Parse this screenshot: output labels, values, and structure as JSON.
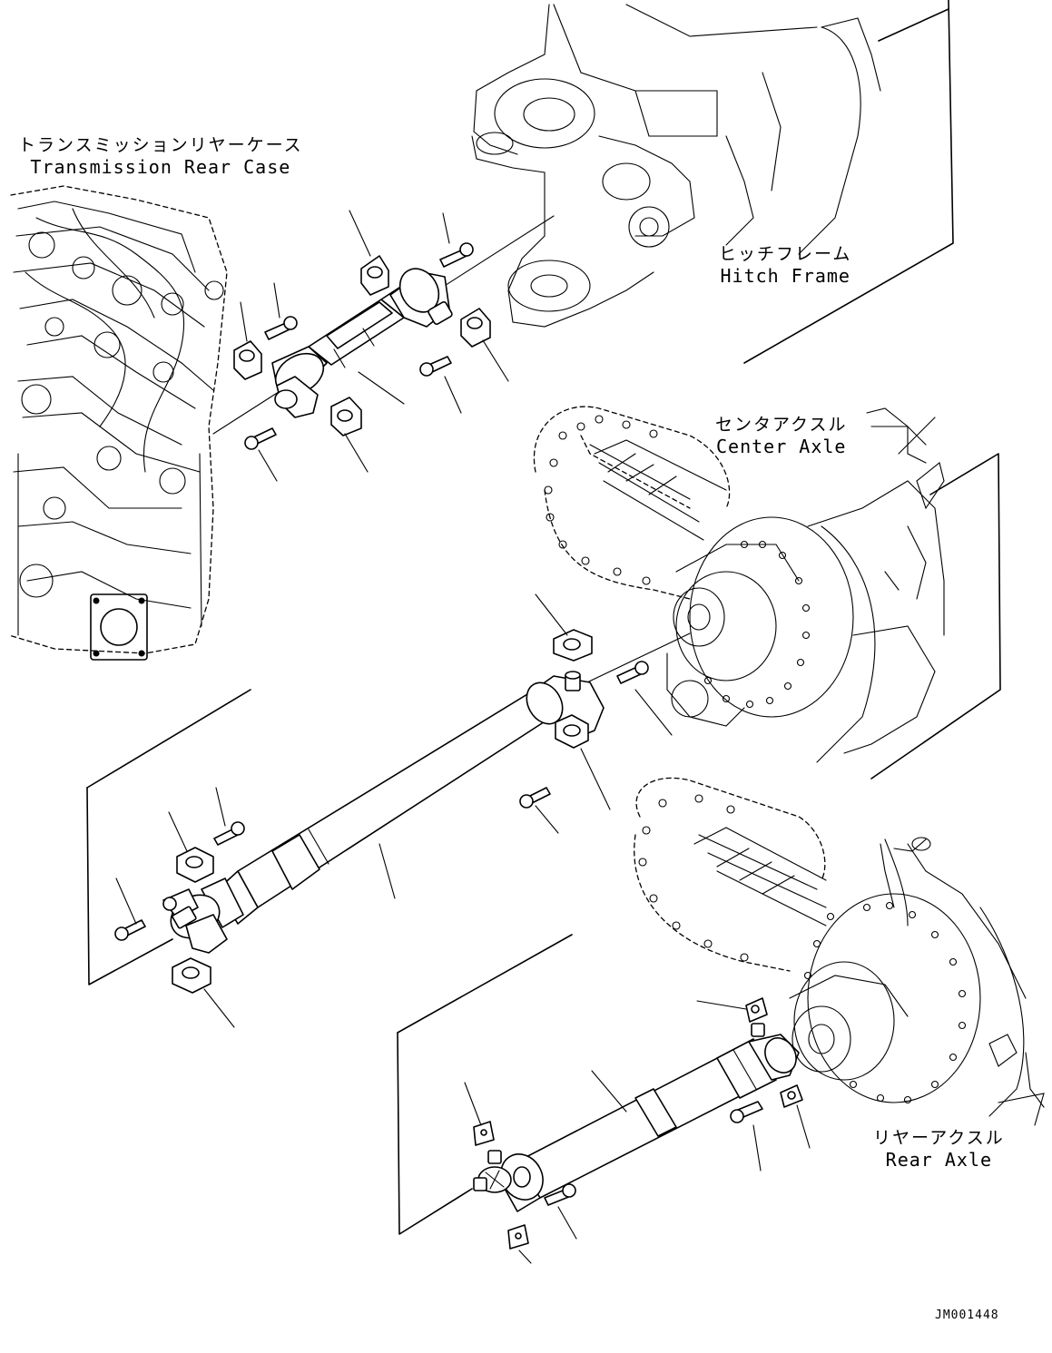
{
  "labels": {
    "transmission_rear_case": {
      "jp": "トランスミッションリヤーケース",
      "en": "Transmission Rear Case"
    },
    "hitch_frame": {
      "jp": "ヒッチフレーム",
      "en": "Hitch Frame"
    },
    "center_axle": {
      "jp": "センタアクスル",
      "en": "Center Axle"
    },
    "rear_axle": {
      "jp": "リヤーアクスル",
      "en": "Rear Axle"
    }
  },
  "drawing_code": "JM001448"
}
